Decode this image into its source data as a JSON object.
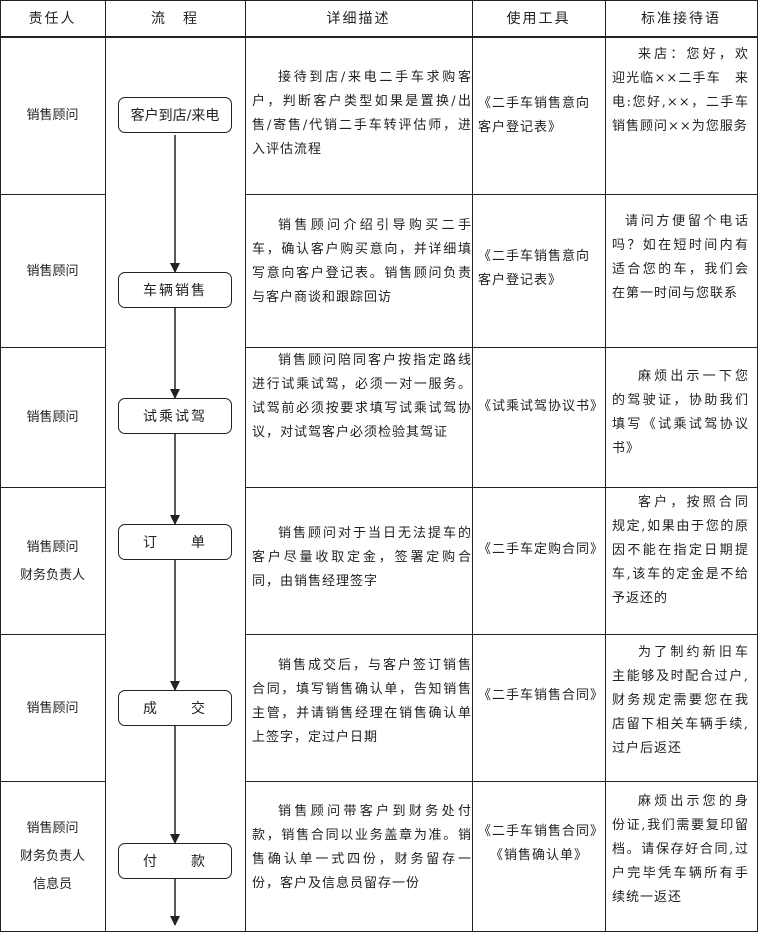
{
  "headers": [
    "责任人",
    "流　程",
    "详细描述",
    "使用工具",
    "标准接待语"
  ],
  "rows": [
    {
      "responsible": [
        "销售顾问"
      ],
      "step": "客户到店/来电",
      "description": "接待到店/来电二手车求购客户，判断客户类型如果是置换/出售/寄售/代销二手车转评估师，进入评估流程",
      "tools": [
        "《二手车销售意向客户登记表》"
      ],
      "greeting": "来店：您好，欢迎光临××二手车　来电:您好,××，二手车销售顾问××为您服务"
    },
    {
      "responsible": [
        "销售顾问"
      ],
      "step": "车辆销售",
      "description": "销售顾问介绍引导购买二手车，确认客户购买意向，并详细填写意向客户登记表。销售顾问负责与客户商谈和跟踪回访",
      "tools": [
        "《二手车销售意向客户登记表》"
      ],
      "greeting": "请问方便留个电话吗？如在短时间内有适合您的车，我们会在第一时间与您联系"
    },
    {
      "responsible": [
        "销售顾问"
      ],
      "step": "试乘试驾",
      "description": "销售顾问陪同客户按指定路线进行试乘试驾，必须一对一服务。试驾前必须按要求填写试乘试驾协议，对试驾客户必须检验其驾证",
      "tools": [
        "《试乘试驾协议书》"
      ],
      "greeting": "麻烦出示一下您的驾驶证，协助我们填写《试乘试驾协议书》"
    },
    {
      "responsible": [
        "销售顾问",
        "财务负责人"
      ],
      "step": "订　　单",
      "description": "销售顾问对于当日无法提车的客户尽量收取定金，签署定购合同，由销售经理签字",
      "tools": [
        "《二手车定购合同》"
      ],
      "greeting": "客户，按照合同规定,如果由于您的原因不能在指定日期提车,该车的定金是不给予返还的"
    },
    {
      "responsible": [
        "销售顾问"
      ],
      "step": "成　　交",
      "description": "销售成交后，与客户签订销售合同，填写销售确认单，告知销售主管，并请销售经理在销售确认单上签字，定过户日期",
      "tools": [
        "《二手车销售合同》"
      ],
      "greeting": "为了制约新旧车主能够及时配合过户,财务规定需要您在我店留下相关车辆手续,过户后返还"
    },
    {
      "responsible": [
        "销售顾问",
        "财务负责人",
        "信息员"
      ],
      "step": "付　　款",
      "description": "销售顾问带客户到财务处付款，销售合同以业务盖章为准。销售确认单一式四份，财务留存一份，客户及信息员留存一份",
      "tools": [
        "《二手车销售合同》",
        "《销售确认单》"
      ],
      "greeting": "麻烦出示您的身份证,我们需要复印留档。请保存好合同,过户完毕凭车辆所有手续统一返还"
    }
  ]
}
